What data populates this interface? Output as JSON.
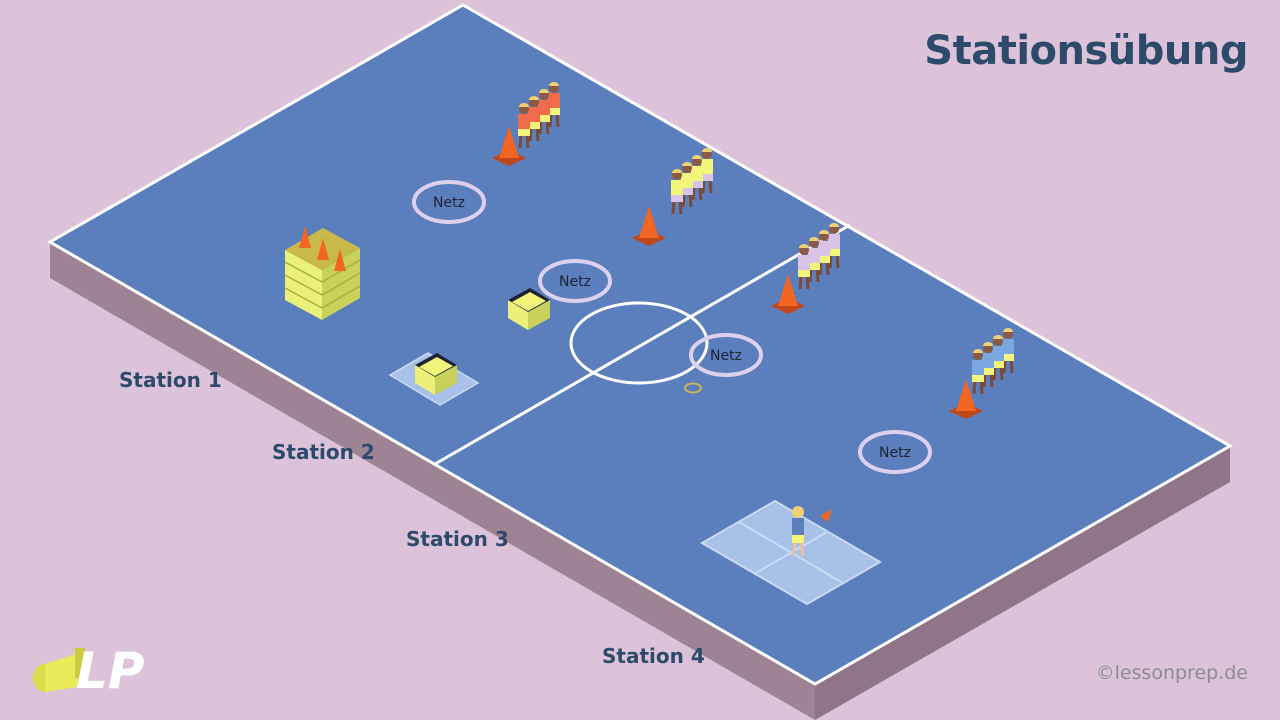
{
  "title": "Stationsübung",
  "stations": [
    {
      "label": "Station 1"
    },
    {
      "label": "Station 2"
    },
    {
      "label": "Station 3"
    },
    {
      "label": "Station 4"
    }
  ],
  "nets": [
    {
      "label": "Netz"
    },
    {
      "label": "Netz"
    },
    {
      "label": "Netz"
    },
    {
      "label": "Netz"
    }
  ],
  "logo": {
    "text": "LP"
  },
  "copyright": "©lessonprep.de",
  "colors": {
    "background": "#dcc3d9",
    "court": "#5b7fbd",
    "court_side": "#9e8394",
    "lines": "#ffffff",
    "net_ring": "#ddd0ee",
    "cone": "#f26522",
    "box": "#f3f57a",
    "mat": "#a8c1e8",
    "title_text": "#2d4a6b"
  },
  "icons": [
    "whistle-icon",
    "cone-icon",
    "vaulting-box-icon",
    "mat-icon",
    "player-icon",
    "ring-icon"
  ]
}
